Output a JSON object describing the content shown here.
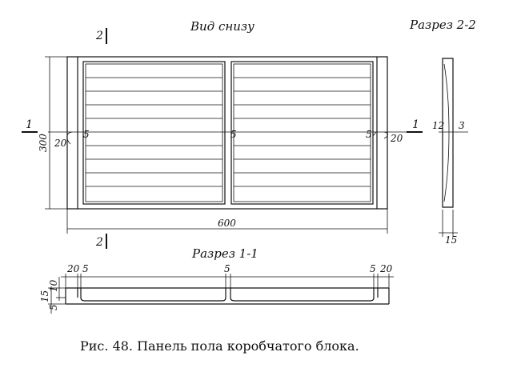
{
  "titles": {
    "bottom_view": "Вид снизу",
    "section_2_2": "Разрез 2-2",
    "section_1_1": "Разрез 1-1"
  },
  "markers": {
    "cut_1_left": "1",
    "cut_1_right": "1",
    "cut_2_top": "2",
    "cut_2_bottom": "2"
  },
  "dims": {
    "length": "600",
    "height": "300",
    "left_edge": "20",
    "left_rib": "5",
    "center_rib": "5",
    "right_rib": "5",
    "right_edge": "20",
    "sec22_left": "12",
    "sec22_right": "3",
    "sec22_bottom": "15",
    "sec11_left_edge": "20",
    "sec11_left_rib": "5",
    "sec11_center_rib": "5",
    "sec11_right_rib": "5",
    "sec11_right_edge": "20",
    "sec11_h_total": "15",
    "sec11_h_upper": "10",
    "sec11_h_lower": "5"
  },
  "caption": "Рис. 48. Панель пола коробчатого блока."
}
